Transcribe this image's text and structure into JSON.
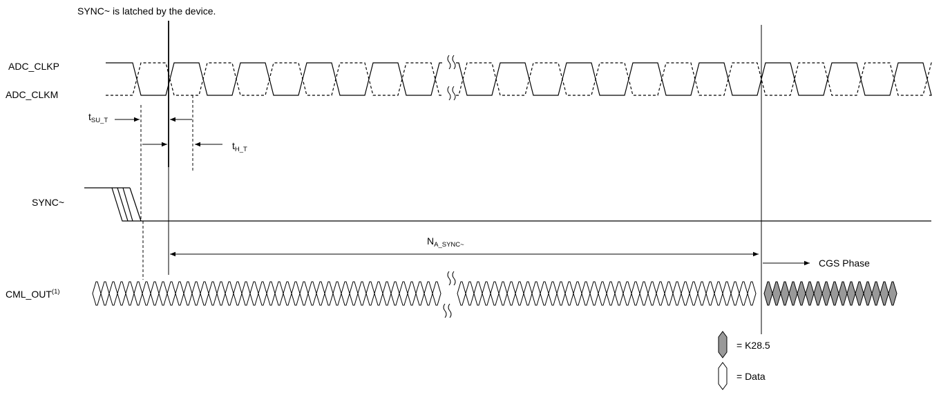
{
  "caption": "SYNC~ is latched by the device.",
  "signals": {
    "clkp": "ADC_CLKP",
    "clkm": "ADC_CLKM",
    "sync": "SYNC~",
    "cml_base": "CML_OUT",
    "cml_sup": "(1)"
  },
  "timing": {
    "tsu_base": "t",
    "tsu_sub": "SU_T",
    "th_base": "t",
    "th_sub": "H_T",
    "na_base": "N",
    "na_sub": "A_SYNC~"
  },
  "phase_label": "CGS Phase",
  "legend": {
    "k285": "= K28.5",
    "data": "= Data"
  },
  "colors": {
    "k285_fill": "#999999",
    "line": "#000000"
  }
}
